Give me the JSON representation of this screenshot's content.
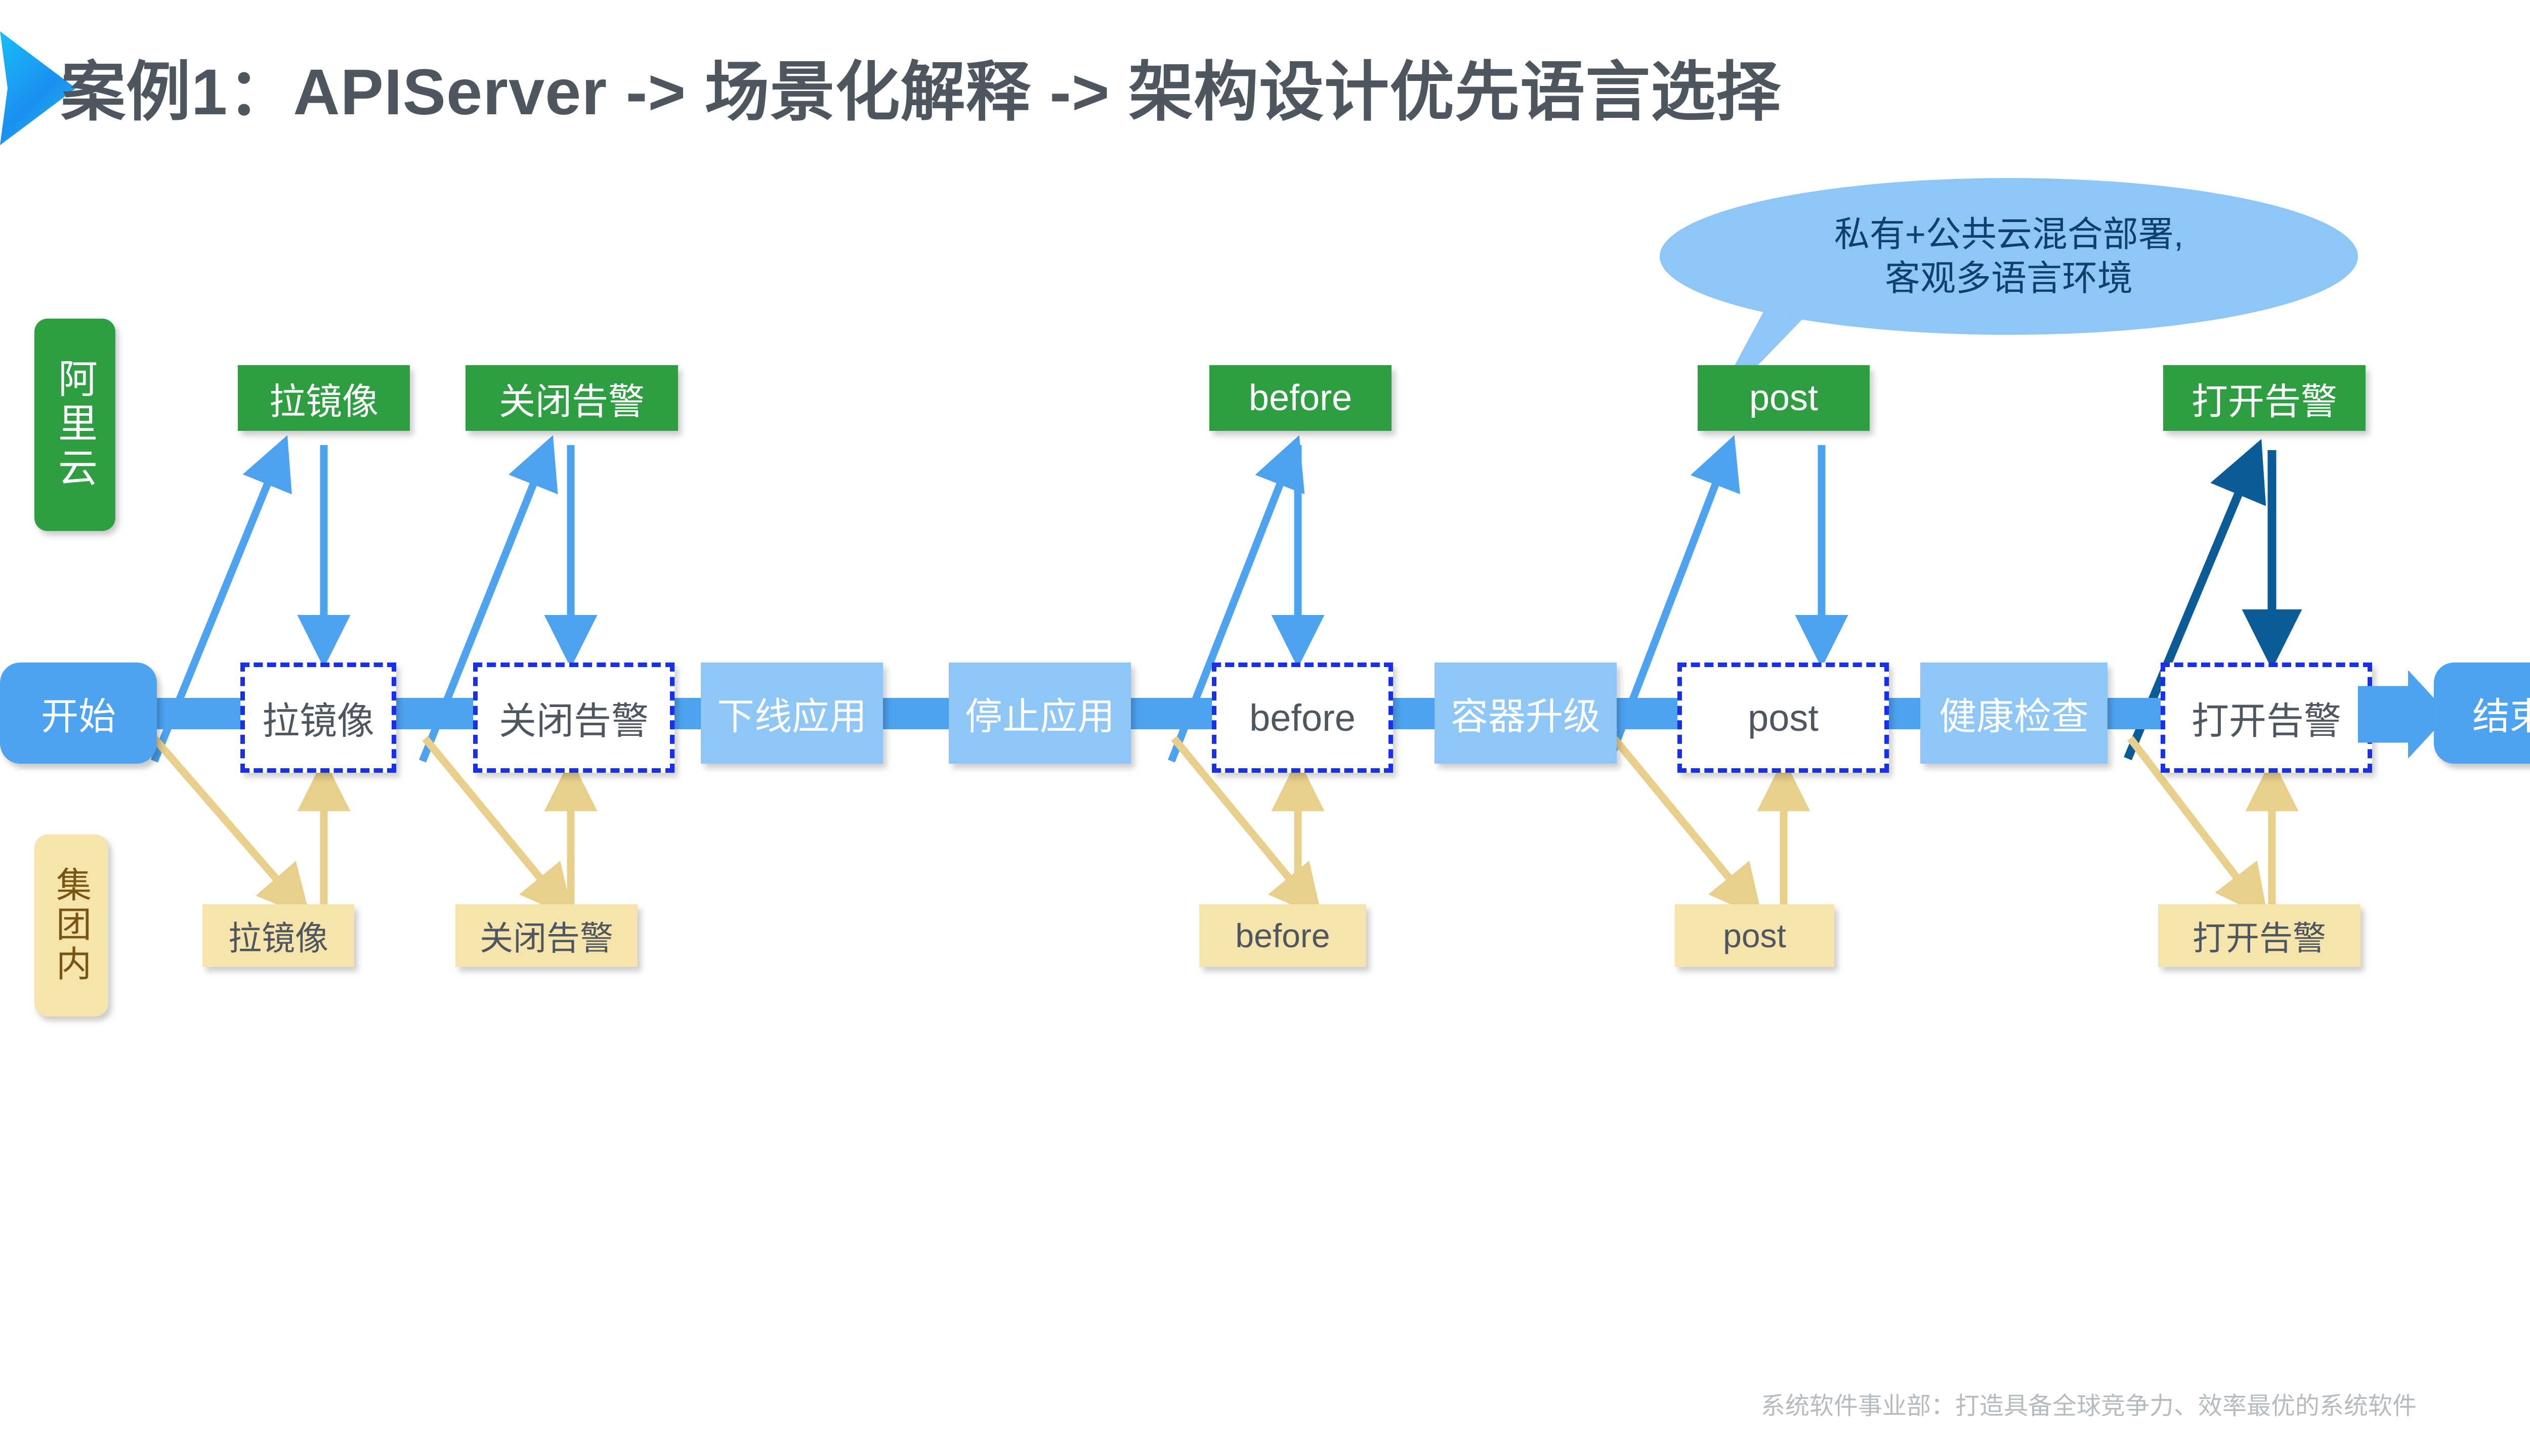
{
  "title": {
    "text": "案例1：APIServer -> 场景化解释 -> 架构设计优先语言选择",
    "marker_icon": "chevron-right-marker-icon"
  },
  "colors": {
    "accent_blue": "#4da3f0",
    "light_blue": "#8ec6f5",
    "green": "#2f9e43",
    "yellow": "#f6e4ad",
    "dashed_border": "#1730e8",
    "navy_arrow": "#0b5c96",
    "title_gray": "#4e565f",
    "footer_gray": "#b6bbbf"
  },
  "side_tabs": {
    "aliyun": "阿里云",
    "group": "集团内"
  },
  "callout": {
    "line1": "私有+公共云混合部署,",
    "line2": "客观多语言环境"
  },
  "flow": {
    "start": "开始",
    "end": "结束",
    "steps": [
      {
        "label": "拉镜像",
        "style": "dashed"
      },
      {
        "label": "关闭告警",
        "style": "dashed"
      },
      {
        "label": "下线应用",
        "style": "solid"
      },
      {
        "label": "停止应用",
        "style": "solid"
      },
      {
        "label": "before",
        "style": "dashed"
      },
      {
        "label": "容器升级",
        "style": "solid"
      },
      {
        "label": "post",
        "style": "dashed"
      },
      {
        "label": "健康检查",
        "style": "solid"
      },
      {
        "label": "打开告警",
        "style": "dashed"
      }
    ]
  },
  "aliyun_boxes": [
    {
      "label": "拉镜像"
    },
    {
      "label": "关闭告警"
    },
    {
      "label": "before"
    },
    {
      "label": "post"
    },
    {
      "label": "打开告警"
    }
  ],
  "group_boxes": [
    {
      "label": "拉镜像"
    },
    {
      "label": "关闭告警"
    },
    {
      "label": "before"
    },
    {
      "label": "post"
    },
    {
      "label": "打开告警"
    }
  ],
  "footer": "系统软件事业部：打造具备全球竞争力、效率最优的系统软件"
}
